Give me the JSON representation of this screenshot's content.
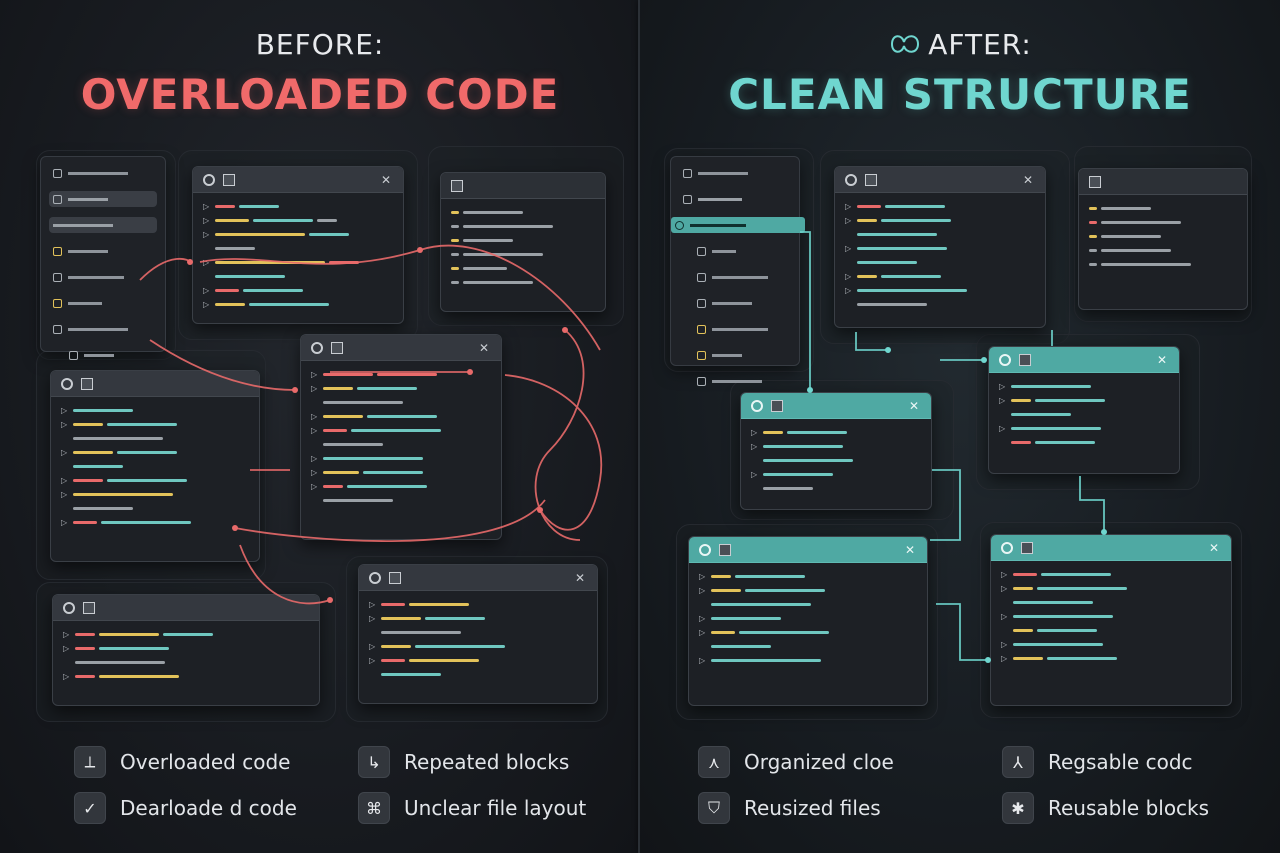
{
  "before": {
    "kicker": "BEFORE:",
    "headline": "OVERLOADED CODE",
    "accent": "#f06a6a",
    "features": [
      {
        "label": "Overloaded code",
        "icon": "pin-icon"
      },
      {
        "label": "Repeated blocks",
        "icon": "corner-arrow-icon"
      },
      {
        "label": "Dearloade d code",
        "icon": "check-icon"
      },
      {
        "label": "Unclear file layout",
        "icon": "tangle-icon"
      }
    ]
  },
  "after": {
    "kicker": "AFTER:",
    "headline": "CLEAN STRUCTURE",
    "accent": "#6fd6cf",
    "features": [
      {
        "label": "Organized cloe",
        "icon": "compass-icon"
      },
      {
        "label": "Regsable codc",
        "icon": "branch-icon"
      },
      {
        "label": "Reusized files",
        "icon": "shield-icon"
      },
      {
        "label": "Reusable blocks",
        "icon": "gear-bug-icon"
      }
    ]
  }
}
